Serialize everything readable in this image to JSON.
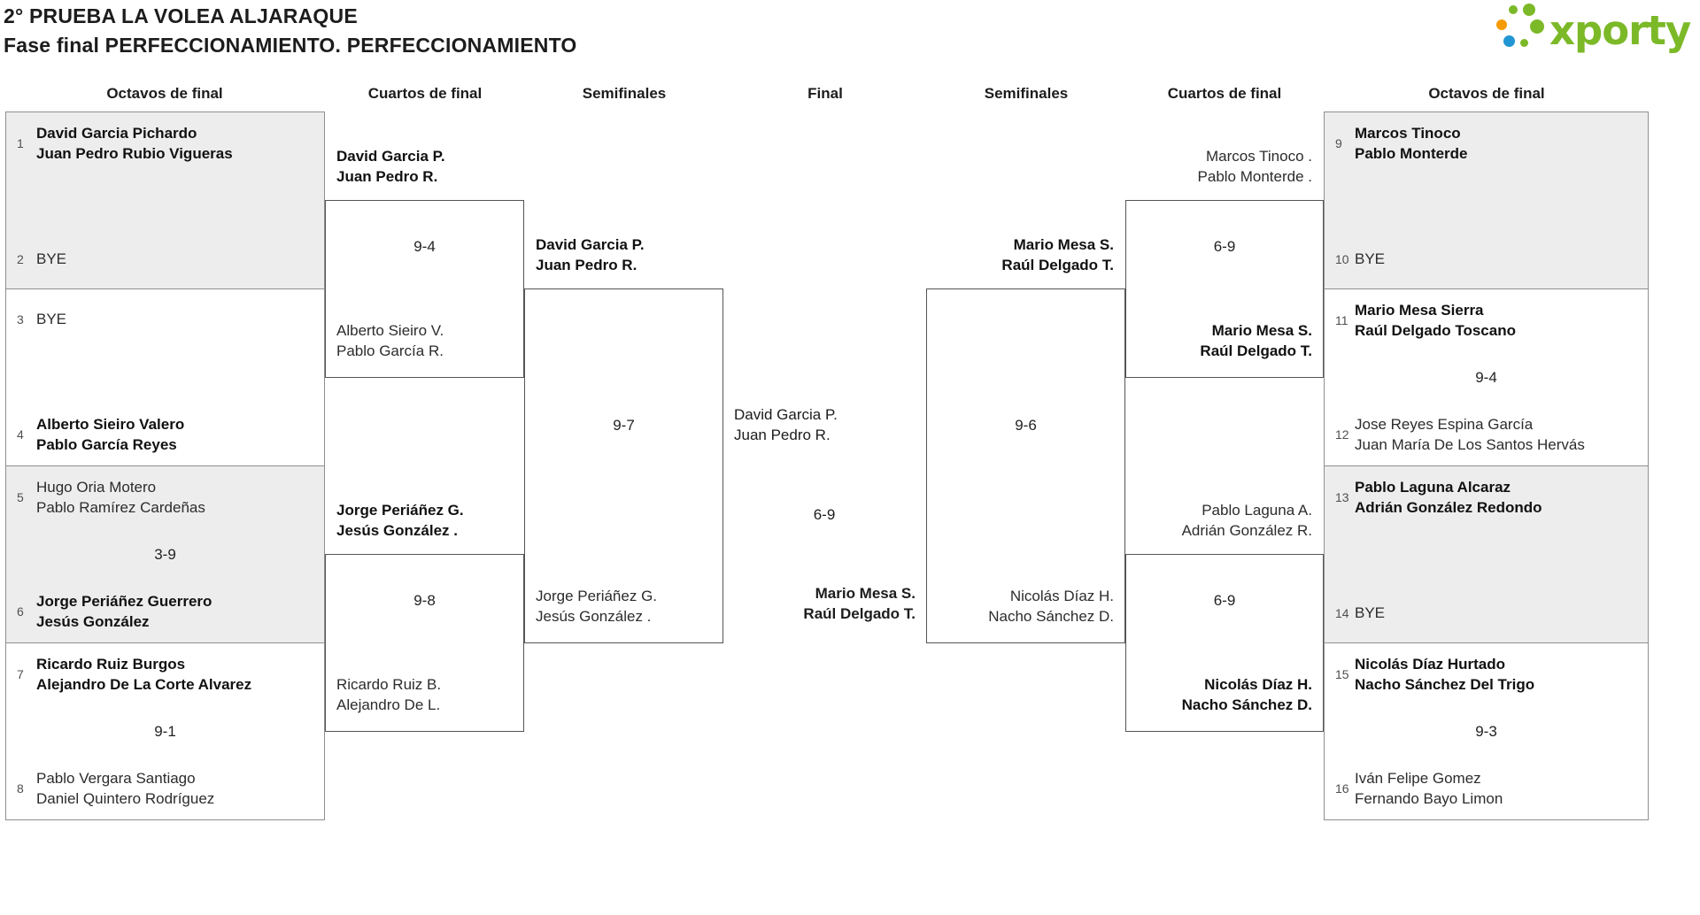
{
  "header": {
    "title_line1": "2° PRUEBA LA VOLEA ALJARAQUE",
    "title_line2": "Fase final PERFECCIONAMIENTO. PERFECCIONAMIENTO"
  },
  "logo": {
    "text": "xporty"
  },
  "rounds": [
    "Octavos de final",
    "Cuartos de final",
    "Semifinales",
    "Final",
    "Semifinales",
    "Cuartos de final",
    "Octavos de final"
  ],
  "octavos": {
    "left": [
      {
        "top": {
          "seed": "1",
          "l1": "David Garcia Pichardo",
          "l2": "Juan Pedro Rubio Vigueras"
        },
        "bottom": {
          "seed": "2",
          "l1": "BYE",
          "l2": ""
        },
        "score": ""
      },
      {
        "top": {
          "seed": "3",
          "l1": "BYE",
          "l2": ""
        },
        "bottom": {
          "seed": "4",
          "l1": "Alberto Sieiro Valero",
          "l2": "Pablo García Reyes"
        },
        "score": ""
      },
      {
        "top": {
          "seed": "5",
          "l1": "Hugo Oria Motero",
          "l2": "Pablo Ramírez Cardeñas"
        },
        "bottom": {
          "seed": "6",
          "l1": "Jorge Periáñez Guerrero",
          "l2": "Jesús González"
        },
        "score": "3-9"
      },
      {
        "top": {
          "seed": "7",
          "l1": "Ricardo Ruiz Burgos",
          "l2": "Alejandro De La Corte Alvarez"
        },
        "bottom": {
          "seed": "8",
          "l1": "Pablo Vergara Santiago",
          "l2": "Daniel Quintero Rodríguez"
        },
        "score": "9-1"
      }
    ],
    "right": [
      {
        "top": {
          "seed": "9",
          "l1": "Marcos Tinoco",
          "l2": "Pablo Monterde"
        },
        "bottom": {
          "seed": "10",
          "l1": "BYE",
          "l2": ""
        },
        "score": ""
      },
      {
        "top": {
          "seed": "11",
          "l1": "Mario Mesa Sierra",
          "l2": "Raúl Delgado Toscano"
        },
        "bottom": {
          "seed": "12",
          "l1": "Jose Reyes Espina García",
          "l2": "Juan María De Los Santos Hervás"
        },
        "score": "9-4"
      },
      {
        "top": {
          "seed": "13",
          "l1": "Pablo Laguna Alcaraz",
          "l2": "Adrián González Redondo"
        },
        "bottom": {
          "seed": "14",
          "l1": "BYE",
          "l2": ""
        },
        "score": ""
      },
      {
        "top": {
          "seed": "15",
          "l1": "Nicolás Díaz Hurtado",
          "l2": "Nacho Sánchez Del Trigo"
        },
        "bottom": {
          "seed": "16",
          "l1": "Iván Felipe Gomez",
          "l2": "Fernando Bayo Limon"
        },
        "score": "9-3"
      }
    ]
  },
  "cuartos": {
    "left": [
      {
        "top1": "David Garcia P.",
        "top2": "Juan Pedro R.",
        "score": "9-4",
        "bot1": "Alberto Sieiro V.",
        "bot2": "Pablo García R."
      },
      {
        "top1": "Jorge Periáñez G.",
        "top2": "Jesús González .",
        "score": "9-8",
        "bot1": "Ricardo Ruiz B.",
        "bot2": "Alejandro De L."
      }
    ],
    "right": [
      {
        "top1": "Marcos Tinoco .",
        "top2": "Pablo Monterde .",
        "score": "6-9",
        "bot1": "Mario Mesa S.",
        "bot2": "Raúl Delgado T."
      },
      {
        "top1": "Pablo Laguna A.",
        "top2": "Adrián González R.",
        "score": "6-9",
        "bot1": "Nicolás Díaz H.",
        "bot2": "Nacho Sánchez D."
      }
    ]
  },
  "semis": {
    "left": {
      "top1": "David Garcia P.",
      "top2": "Juan Pedro R.",
      "score": "9-7",
      "bot1": "Jorge Periáñez G.",
      "bot2": "Jesús González ."
    },
    "right": {
      "top1": "Mario Mesa S.",
      "top2": "Raúl Delgado T.",
      "score": "9-6",
      "bot1": "Nicolás Díaz H.",
      "bot2": "Nacho Sánchez D."
    }
  },
  "final": {
    "left1": "David Garcia P.",
    "left2": "Juan Pedro R.",
    "score": "6-9",
    "right1": "Mario Mesa S.",
    "right2": "Raúl Delgado T."
  }
}
